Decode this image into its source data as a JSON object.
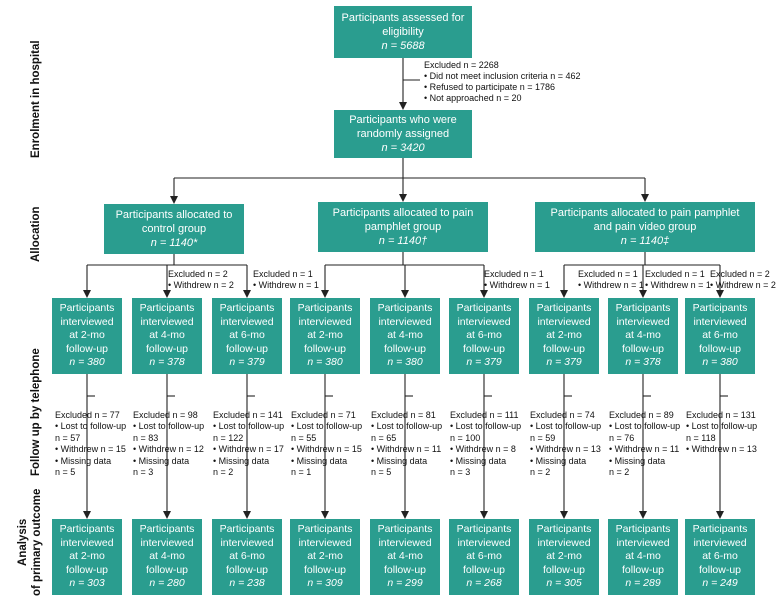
{
  "stages": {
    "enrolment": "Enrolment in hospital",
    "allocation": "Allocation",
    "followup": "Follow up by telephone",
    "analysis_line1": "Analysis",
    "analysis_line2": "of primary outcome"
  },
  "assessed": {
    "line1": "Participants assessed for",
    "line2": "eligibility",
    "n": "n = 5688"
  },
  "excluded_main": {
    "header": "Excluded  n = 2268",
    "items": [
      "Did not meet inclusion criteria  n = 462",
      "Refused to participate  n = 1786",
      "Not approached  n = 20"
    ]
  },
  "randomized": {
    "line1": "Participants who were",
    "line2": "randomly assigned",
    "n": "n = 3420"
  },
  "groups": [
    {
      "line1": "Participants allocated to",
      "line2": "control group",
      "n": "n = 1140*"
    },
    {
      "line1": "Participants allocated to pain",
      "line2": "pamphlet group",
      "n": "n = 1140†"
    },
    {
      "line1": "Participants allocated to pain pamphlet",
      "line2": "and pain video group",
      "n": "n = 1140‡"
    }
  ],
  "alloc_exclusions": [
    {
      "header": "Excluded  n = 2",
      "item": "Withdrew  n = 2"
    },
    {
      "header": "Excluded  n = 1",
      "item": "Withdrew  n = 1"
    },
    {
      "header": "Excluded  n = 1",
      "item": "Withdrew  n = 1"
    },
    {
      "header": "Excluded  n = 1",
      "item": "Withdrew  n = 1"
    },
    {
      "header": "Excluded  n = 1",
      "item": "Withdrew  n = 1"
    },
    {
      "header": "Excluded  n = 2",
      "item": "Withdrew  n = 2"
    }
  ],
  "followup_boxes": [
    {
      "l1": "Participants",
      "l2": "interviewed",
      "l3": "at 2-mo",
      "l4": "follow-up",
      "n": "n = 380"
    },
    {
      "l1": "Participants",
      "l2": "interviewed",
      "l3": "at 4-mo",
      "l4": "follow-up",
      "n": "n = 378"
    },
    {
      "l1": "Participants",
      "l2": "interviewed",
      "l3": "at 6-mo",
      "l4": "follow-up",
      "n": "n = 379"
    },
    {
      "l1": "Participants",
      "l2": "interviewed",
      "l3": "at 2-mo",
      "l4": "follow-up",
      "n": "n = 380"
    },
    {
      "l1": "Participants",
      "l2": "interviewed",
      "l3": "at 4-mo",
      "l4": "follow-up",
      "n": "n = 380"
    },
    {
      "l1": "Participants",
      "l2": "interviewed",
      "l3": "at 6-mo",
      "l4": "follow-up",
      "n": "n = 379"
    },
    {
      "l1": "Participants",
      "l2": "interviewed",
      "l3": "at 2-mo",
      "l4": "follow-up",
      "n": "n = 379"
    },
    {
      "l1": "Participants",
      "l2": "interviewed",
      "l3": "at 4-mo",
      "l4": "follow-up",
      "n": "n = 378"
    },
    {
      "l1": "Participants",
      "l2": "interviewed",
      "l3": "at 6-mo",
      "l4": "follow-up",
      "n": "n = 380"
    }
  ],
  "followup_exclusions": [
    {
      "header": "Excluded  n = 77",
      "lines": [
        "• Lost to follow-up",
        "n = 57",
        "• Withdrew  n = 15",
        "• Missing data",
        "n = 5"
      ]
    },
    {
      "header": "Excluded  n = 98",
      "lines": [
        "• Lost to follow-up",
        "n = 83",
        "• Withdrew  n = 12",
        "• Missing data",
        "n = 3"
      ]
    },
    {
      "header": "Excluded  n = 141",
      "lines": [
        "• Lost to follow-up",
        "n = 122",
        "• Withdrew  n = 17",
        "• Missing data",
        "n = 2"
      ]
    },
    {
      "header": "Excluded  n = 71",
      "lines": [
        "• Lost to follow-up",
        "n = 55",
        "• Withdrew  n = 15",
        "• Missing data",
        "n = 1"
      ]
    },
    {
      "header": "Excluded  n = 81",
      "lines": [
        "• Lost to follow-up",
        "n = 65",
        "• Withdrew  n = 11",
        "• Missing data",
        "n = 5"
      ]
    },
    {
      "header": "Excluded  n = 111",
      "lines": [
        "• Lost to follow-up",
        "n = 100",
        "• Withdrew  n = 8",
        "• Missing data",
        "n = 3"
      ]
    },
    {
      "header": "Excluded  n = 74",
      "lines": [
        "• Lost to follow-up",
        "n = 59",
        "• Withdrew  n = 13",
        "• Missing data",
        "n = 2"
      ]
    },
    {
      "header": "Excluded  n = 89",
      "lines": [
        "• Lost to follow-up",
        "n = 76",
        "• Withdrew  n = 11",
        "• Missing data",
        "n = 2"
      ]
    },
    {
      "header": "Excluded  n = 131",
      "lines": [
        "• Lost to follow-up",
        "n = 118",
        "• Withdrew  n = 13"
      ]
    }
  ],
  "analysis_boxes": [
    {
      "l1": "Participants",
      "l2": "interviewed",
      "l3": "at 2-mo",
      "l4": "follow-up",
      "n": "n = 303"
    },
    {
      "l1": "Participants",
      "l2": "interviewed",
      "l3": "at 4-mo",
      "l4": "follow-up",
      "n": "n = 280"
    },
    {
      "l1": "Participants",
      "l2": "interviewed",
      "l3": "at 6-mo",
      "l4": "follow-up",
      "n": "n = 238"
    },
    {
      "l1": "Participants",
      "l2": "interviewed",
      "l3": "at 2-mo",
      "l4": "follow-up",
      "n": "n = 309"
    },
    {
      "l1": "Participants",
      "l2": "interviewed",
      "l3": "at 4-mo",
      "l4": "follow-up",
      "n": "n = 299"
    },
    {
      "l1": "Participants",
      "l2": "interviewed",
      "l3": "at 6-mo",
      "l4": "follow-up",
      "n": "n = 268"
    },
    {
      "l1": "Participants",
      "l2": "interviewed",
      "l3": "at 2-mo",
      "l4": "follow-up",
      "n": "n = 305"
    },
    {
      "l1": "Participants",
      "l2": "interviewed",
      "l3": "at 4-mo",
      "l4": "follow-up",
      "n": "n = 289"
    },
    {
      "l1": "Participants",
      "l2": "interviewed",
      "l3": "at 6-mo",
      "l4": "follow-up",
      "n": "n = 249"
    }
  ],
  "colors": {
    "box": "#2a9d8f",
    "box_text": "#ffffff",
    "line": "#222222"
  }
}
